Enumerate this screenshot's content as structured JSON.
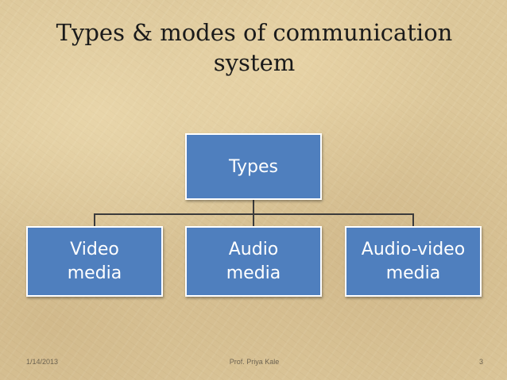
{
  "slide": {
    "title": "Types & modes of communication system"
  },
  "diagram": {
    "root": {
      "label": "Types"
    },
    "children": [
      {
        "label": "Video\nmedia"
      },
      {
        "label": "Audio\nmedia"
      },
      {
        "label": "Audio-video\nmedia"
      }
    ],
    "colors": {
      "box_fill": "#4f7fbe",
      "box_border": "#ffffff",
      "connector": "#3b3b3b"
    }
  },
  "footer": {
    "date": "1/14/2013",
    "author": "Prof. Priya Kale",
    "page_number": "3"
  }
}
